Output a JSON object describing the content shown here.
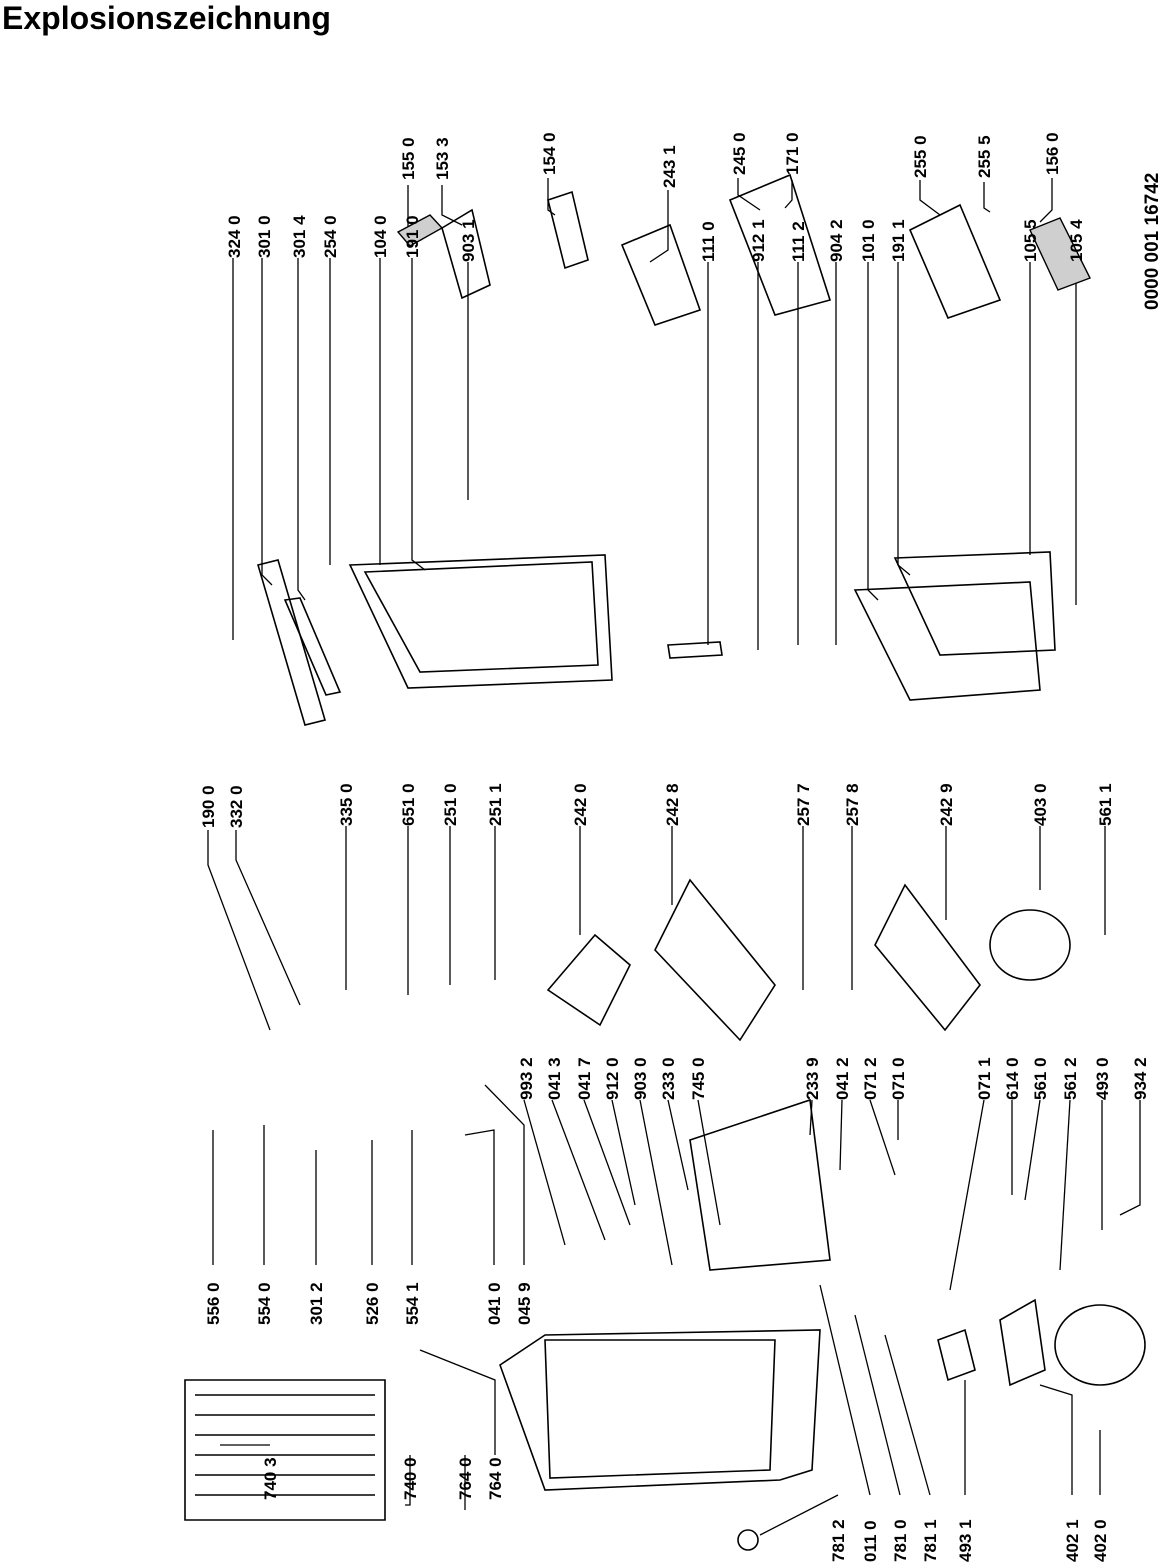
{
  "title": "Explosionszeichnung",
  "document_number": "0000 001 16742",
  "part_labels": [
    {
      "code": "155 0"
    },
    {
      "code": "153 3"
    },
    {
      "code": "154 0"
    },
    {
      "code": "243 1"
    },
    {
      "code": "245 0"
    },
    {
      "code": "171 0"
    },
    {
      "code": "255 0"
    },
    {
      "code": "255 5"
    },
    {
      "code": "156 0"
    },
    {
      "code": "324 0"
    },
    {
      "code": "301 0"
    },
    {
      "code": "301 4"
    },
    {
      "code": "254 0"
    },
    {
      "code": "104 0"
    },
    {
      "code": "191 0"
    },
    {
      "code": "903 1"
    },
    {
      "code": "111 0"
    },
    {
      "code": "912 1"
    },
    {
      "code": "111 2"
    },
    {
      "code": "904 2"
    },
    {
      "code": "101 0"
    },
    {
      "code": "191 1"
    },
    {
      "code": "105 5"
    },
    {
      "code": "105 4"
    },
    {
      "code": "190 0"
    },
    {
      "code": "332 0"
    },
    {
      "code": "335 0"
    },
    {
      "code": "651 0"
    },
    {
      "code": "251 0"
    },
    {
      "code": "251 1"
    },
    {
      "code": "242 0"
    },
    {
      "code": "242 8"
    },
    {
      "code": "257 7"
    },
    {
      "code": "257 8"
    },
    {
      "code": "242 9"
    },
    {
      "code": "403 0"
    },
    {
      "code": "561 1"
    },
    {
      "code": "993 2"
    },
    {
      "code": "041 3"
    },
    {
      "code": "041 7"
    },
    {
      "code": "912 0"
    },
    {
      "code": "903 0"
    },
    {
      "code": "233 0"
    },
    {
      "code": "745 0"
    },
    {
      "code": "233 9"
    },
    {
      "code": "041 2"
    },
    {
      "code": "071 2"
    },
    {
      "code": "071 0"
    },
    {
      "code": "071 1"
    },
    {
      "code": "614 0"
    },
    {
      "code": "561 0"
    },
    {
      "code": "561 2"
    },
    {
      "code": "493 0"
    },
    {
      "code": "934 2"
    },
    {
      "code": "556 0"
    },
    {
      "code": "554 0"
    },
    {
      "code": "301 2"
    },
    {
      "code": "526 0"
    },
    {
      "code": "554 1"
    },
    {
      "code": "041 0"
    },
    {
      "code": "045 9"
    },
    {
      "code": "740 3"
    },
    {
      "code": "740 0"
    },
    {
      "code": "764 0"
    },
    {
      "code": "764 0"
    },
    {
      "code": "781 2"
    },
    {
      "code": "011 0"
    },
    {
      "code": "781 0"
    },
    {
      "code": "781 1"
    },
    {
      "code": "493 1"
    },
    {
      "code": "402 1"
    },
    {
      "code": "402 0"
    }
  ]
}
